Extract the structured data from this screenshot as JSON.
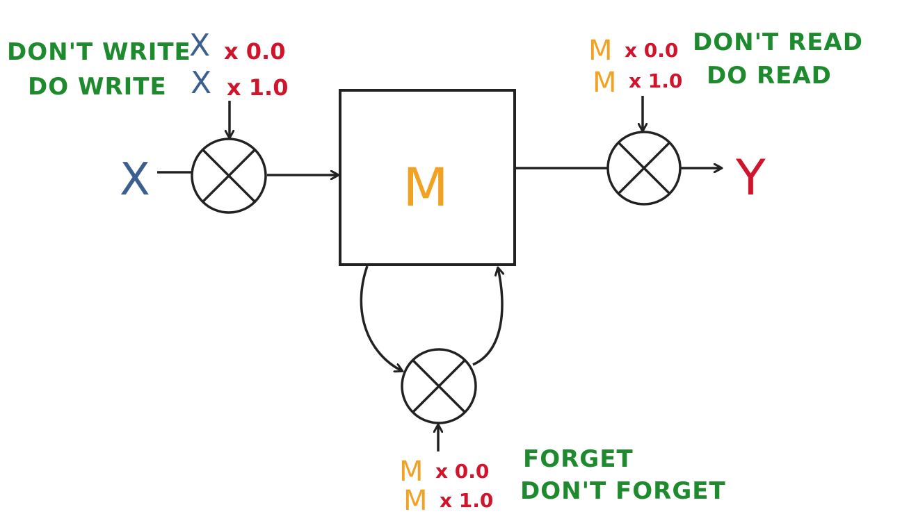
{
  "colors": {
    "stroke": "#222222",
    "green": "#1e8a2e",
    "blue": "#3d5f8f",
    "red": "#d0142c",
    "orange": "#f2a223"
  },
  "diagram": {
    "input_label": "X",
    "output_label": "Y",
    "memory_label": "M",
    "write_gate": {
      "icon": "multiply-gate-icon",
      "rows": [
        {
          "text": "DON'T WRITE",
          "var": "X",
          "mult": "x 0.0"
        },
        {
          "text": "DO WRITE",
          "var": "X",
          "mult": "x 1.0"
        }
      ]
    },
    "read_gate": {
      "icon": "multiply-gate-icon",
      "rows": [
        {
          "var": "M",
          "mult": "x 0.0",
          "text": "DON'T READ"
        },
        {
          "var": "M",
          "mult": "x 1.0",
          "text": "DO READ"
        }
      ]
    },
    "forget_gate": {
      "icon": "multiply-gate-icon",
      "rows": [
        {
          "var": "M",
          "mult": "x 0.0",
          "text": "FORGET"
        },
        {
          "var": "M",
          "mult": "x 1.0",
          "text": "DON'T FORGET"
        }
      ]
    }
  }
}
